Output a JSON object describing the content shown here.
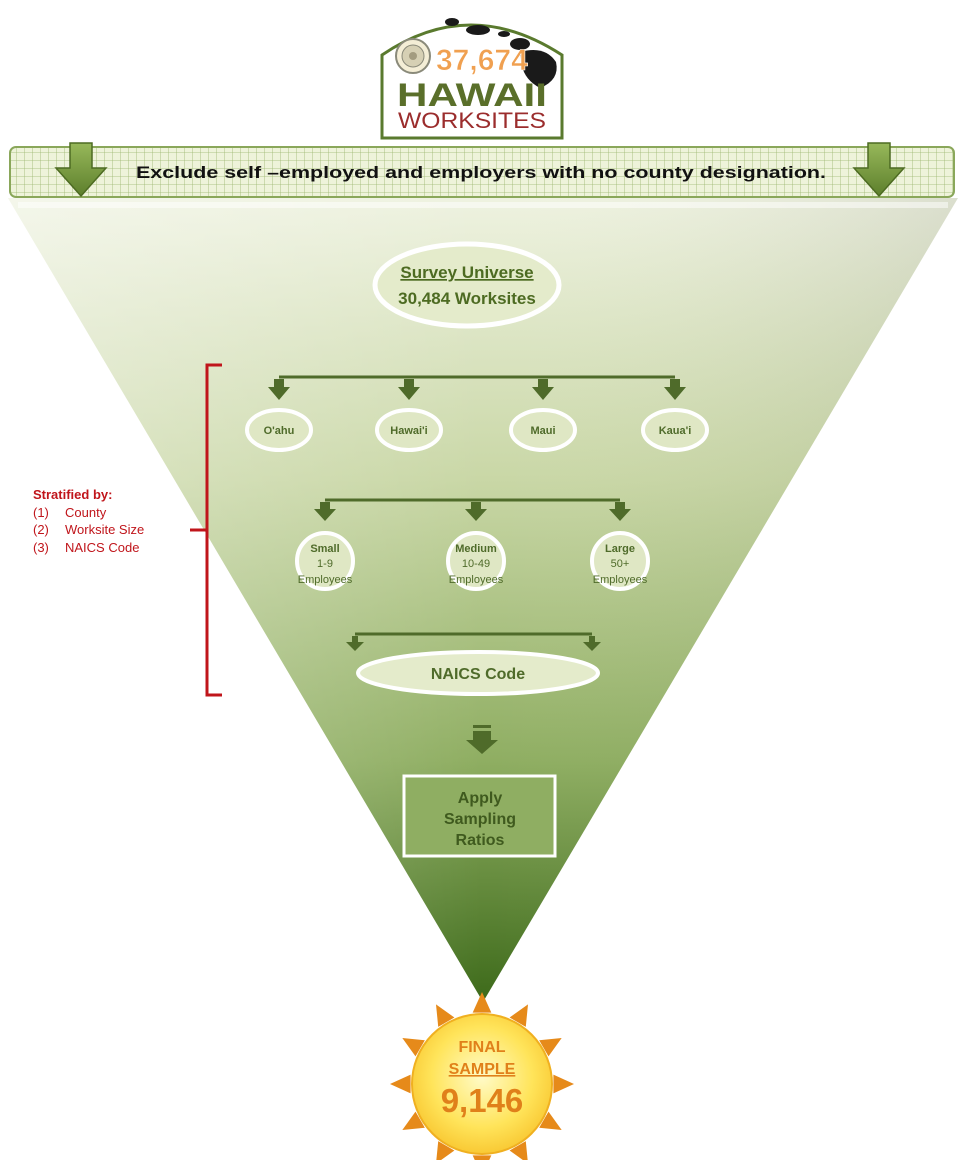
{
  "header": {
    "count": "37,674",
    "line1": "HAWAII",
    "line2": "WORKSITES"
  },
  "banner": {
    "text": "Exclude self –employed and employers with no county designation."
  },
  "universe": {
    "title": "Survey Universe",
    "count": "30,484 Worksites"
  },
  "stratification": {
    "heading": "Stratified by:",
    "items": [
      {
        "num": "(1)",
        "label": "County"
      },
      {
        "num": "(2)",
        "label": "Worksite Size"
      },
      {
        "num": "(3)",
        "label": "NAICS Code"
      }
    ]
  },
  "counties": [
    "O'ahu",
    "Hawai'i",
    "Maui",
    "Kaua'i"
  ],
  "sizes": [
    {
      "name": "Small",
      "range": "1-9",
      "unit": "Employees"
    },
    {
      "name": "Medium",
      "range": "10-49",
      "unit": "Employees"
    },
    {
      "name": "Large",
      "range": "50+",
      "unit": "Employees"
    }
  ],
  "naics": {
    "label": "NAICS Code"
  },
  "sampling": {
    "line1": "Apply",
    "line2": "Sampling",
    "line3": "Ratios"
  },
  "final": {
    "line1": "FINAL",
    "line2": "SAMPLE",
    "count": "9,146"
  },
  "colors": {
    "dark_green": "#4f6b2a",
    "funnel_light": "#e9eed8",
    "funnel_dark": "#3e6a1c",
    "bracket_red": "#c0151b",
    "sun_orange": "#e68a1a",
    "sun_yellow": "#ffe866",
    "count_orange": "#f0a050"
  }
}
